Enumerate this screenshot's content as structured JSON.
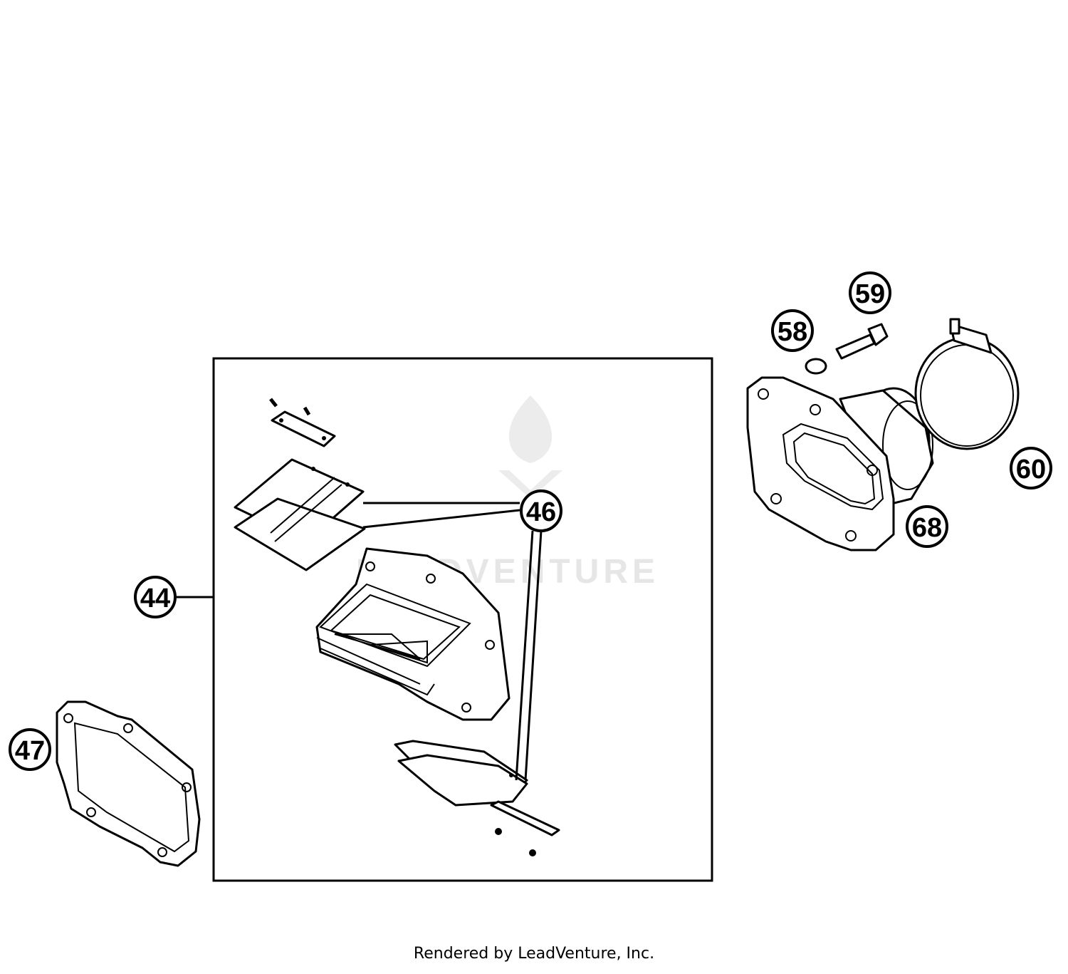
{
  "watermark": {
    "text": "LEADVENTURE"
  },
  "footer": {
    "text": "Rendered by LeadVenture, Inc."
  },
  "callouts": {
    "c44": "44",
    "c46": "46",
    "c47": "47",
    "c58": "58",
    "c59": "59",
    "c60": "60",
    "c68": "68"
  },
  "colors": {
    "line": "#000000",
    "background": "#ffffff",
    "watermark": "#e6e6e6"
  }
}
